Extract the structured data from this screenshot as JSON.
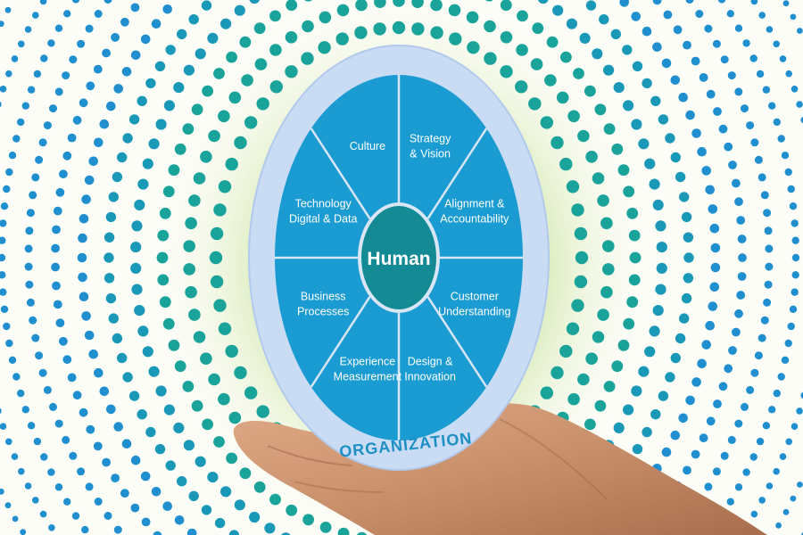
{
  "diagram": {
    "center_label": "Human",
    "ring_label": "ORGANIZATION",
    "segments": [
      {
        "lines": [
          "Strategy",
          "& Vision"
        ]
      },
      {
        "lines": [
          "Alignment &",
          "Accountability"
        ]
      },
      {
        "lines": [
          "Customer",
          "Understanding"
        ]
      },
      {
        "lines": [
          "Design &",
          "Innovation"
        ]
      },
      {
        "lines": [
          "Experience",
          "Measurement"
        ]
      },
      {
        "lines": [
          "Business",
          "Processes"
        ]
      },
      {
        "lines": [
          "Technology",
          "Digital & Data"
        ]
      },
      {
        "lines": [
          "Culture"
        ]
      }
    ]
  },
  "colors": {
    "background": "#fdfdf8",
    "dot_blue": "#1f8fcf",
    "dot_teal": "#1aa39a",
    "glow_green": "#b5d98a",
    "segment_fill": "#1a9bd1",
    "segment_divider": "#d8e6f5",
    "outer_ring": "#c9dcf4",
    "hub_fill": "#148a94",
    "hand_skin": "#c98f6b"
  },
  "icons": {
    "hand": "open-palm-hand"
  }
}
